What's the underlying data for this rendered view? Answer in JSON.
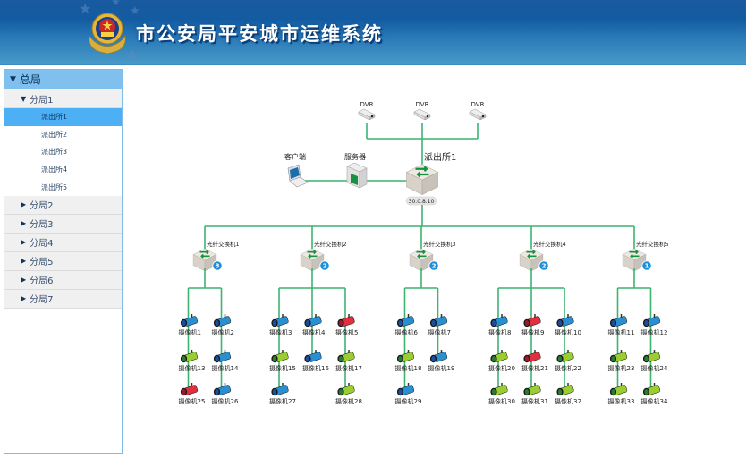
{
  "header": {
    "title": "市公安局平安城市运维系统",
    "emblem_icon": "police-emblem-icon"
  },
  "colors": {
    "header_dark": "#135ba1",
    "header_light": "#4899c8",
    "selected": "#4eb0f4",
    "root": "#80c0ee",
    "link_line": "#3cb371",
    "badge": "#1e8fd8",
    "camera_normal": "#2a8fd0",
    "camera_fault": "#e03040",
    "camera_offline": "#9acd32"
  },
  "sidebar": {
    "root": {
      "label": "总局",
      "expanded": true
    },
    "groups": [
      {
        "label": "分局1",
        "expanded": true,
        "stations": [
          {
            "label": "派出所1",
            "selected": true
          },
          {
            "label": "派出所2",
            "selected": false
          },
          {
            "label": "派出所3",
            "selected": false
          },
          {
            "label": "派出所4",
            "selected": false
          },
          {
            "label": "派出所5",
            "selected": false
          }
        ]
      },
      {
        "label": "分局2",
        "expanded": false
      },
      {
        "label": "分局3",
        "expanded": false
      },
      {
        "label": "分局4",
        "expanded": false
      },
      {
        "label": "分局5",
        "expanded": false
      },
      {
        "label": "分局6",
        "expanded": false
      },
      {
        "label": "分局7",
        "expanded": false
      }
    ]
  },
  "topology": {
    "station": {
      "label": "派出所1",
      "ip": "30.0.8.10"
    },
    "dvrs": [
      {
        "label": "DVR"
      },
      {
        "label": "DVR"
      },
      {
        "label": "DVR"
      }
    ],
    "server": {
      "label": "服务器"
    },
    "client": {
      "label": "客户端"
    },
    "switches": [
      {
        "label": "光纤交换机1",
        "badge": "3",
        "columns": [
          [
            {
              "label": "摄像机1",
              "status": "normal"
            },
            {
              "label": "摄像机13",
              "status": "offline"
            },
            {
              "label": "摄像机25",
              "status": "fault"
            }
          ],
          [
            {
              "label": "摄像机2",
              "status": "normal"
            },
            {
              "label": "摄像机14",
              "status": "normal"
            },
            {
              "label": "摄像机26",
              "status": "normal"
            }
          ]
        ]
      },
      {
        "label": "光纤交换机2",
        "badge": "2",
        "columns": [
          [
            {
              "label": "摄像机3",
              "status": "normal"
            },
            {
              "label": "摄像机15",
              "status": "offline"
            },
            {
              "label": "摄像机27",
              "status": "normal"
            }
          ],
          [
            {
              "label": "摄像机4",
              "status": "normal"
            },
            {
              "label": "摄像机16",
              "status": "normal"
            }
          ],
          [
            {
              "label": "摄像机5",
              "status": "fault"
            },
            {
              "label": "摄像机17",
              "status": "offline"
            },
            {
              "label": "摄像机28",
              "status": "offline"
            }
          ]
        ]
      },
      {
        "label": "光纤交换机3",
        "badge": "2",
        "columns": [
          [
            {
              "label": "摄像机6",
              "status": "normal"
            },
            {
              "label": "摄像机18",
              "status": "offline"
            },
            {
              "label": "摄像机29",
              "status": "normal"
            }
          ],
          [
            {
              "label": "摄像机7",
              "status": "normal"
            },
            {
              "label": "摄像机19",
              "status": "normal"
            }
          ]
        ]
      },
      {
        "label": "光纤交换机4",
        "badge": "2",
        "columns": [
          [
            {
              "label": "摄像机8",
              "status": "normal"
            },
            {
              "label": "摄像机20",
              "status": "offline"
            },
            {
              "label": "摄像机30",
              "status": "offline"
            }
          ],
          [
            {
              "label": "摄像机9",
              "status": "fault"
            },
            {
              "label": "摄像机21",
              "status": "fault"
            },
            {
              "label": "摄像机31",
              "status": "offline"
            }
          ],
          [
            {
              "label": "摄像机10",
              "status": "normal"
            },
            {
              "label": "摄像机22",
              "status": "offline"
            },
            {
              "label": "摄像机32",
              "status": "offline"
            }
          ]
        ]
      },
      {
        "label": "光纤交换机5",
        "badge": "1",
        "columns": [
          [
            {
              "label": "摄像机11",
              "status": "normal"
            },
            {
              "label": "摄像机23",
              "status": "offline"
            },
            {
              "label": "摄像机33",
              "status": "offline"
            }
          ],
          [
            {
              "label": "摄像机12",
              "status": "normal"
            },
            {
              "label": "摄像机24",
              "status": "offline"
            },
            {
              "label": "摄像机34",
              "status": "offline"
            }
          ]
        ]
      }
    ]
  }
}
